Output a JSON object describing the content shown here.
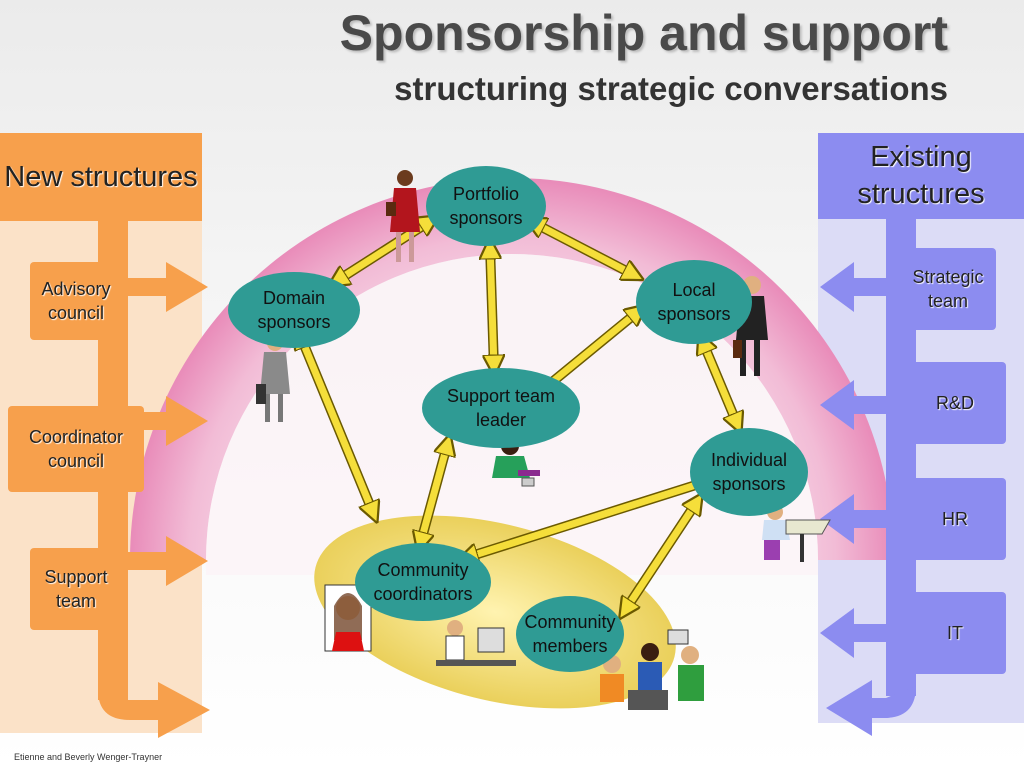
{
  "title": "Sponsorship and support",
  "subtitle": "structuring strategic conversations",
  "new_structures": {
    "heading": "New structures",
    "items": [
      "Advisory council",
      "Coordinator council",
      "Support team"
    ]
  },
  "existing_structures": {
    "heading": "Existing structures",
    "items": [
      "Strategic team",
      "R&D",
      "HR",
      "IT"
    ]
  },
  "nodes": {
    "portfolio": "Portfolio sponsors",
    "domain": "Domain sponsors",
    "local": "Local sponsors",
    "support_leader": "Support team leader",
    "individual": "Individual sponsors",
    "coordinators": "Community coordinators",
    "members": "Community members"
  },
  "credit": "Etienne and Beverly Wenger-Trayner",
  "colors": {
    "orange": "#f7a04c",
    "orange_light": "#fbe2c8",
    "purple": "#8c8cf0",
    "purple_light": "#dcdcf6",
    "teal": "#2f9b94",
    "arrow_yellow": "#f5de3a",
    "pink": "#eca6c8",
    "gold": "#e9ce58"
  }
}
